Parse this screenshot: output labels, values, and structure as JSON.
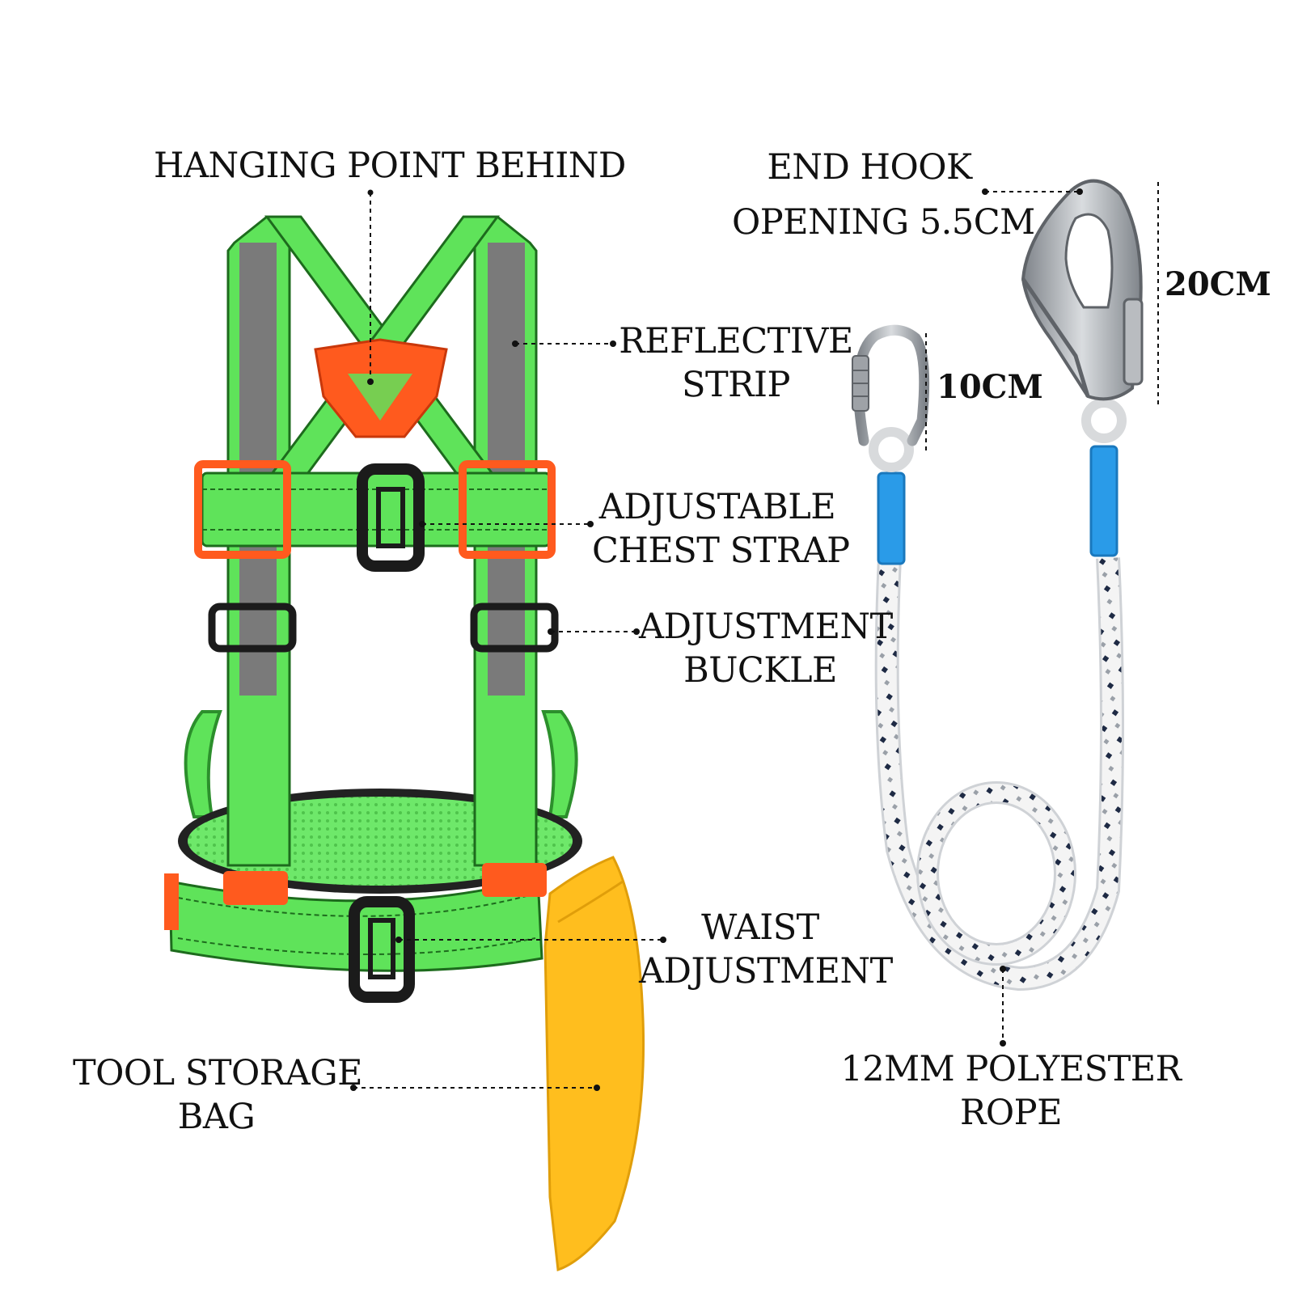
{
  "labels": {
    "hanging_point": "HANGING POINT BEHIND",
    "reflective_strip": [
      "REFLECTIVE",
      "STRIP"
    ],
    "chest_strap": [
      "ADJUSTABLE",
      "CHEST STRAP"
    ],
    "adjustment_buckle": [
      "ADJUSTMENT",
      "BUCKLE"
    ],
    "waist_adjustment": [
      "WAIST",
      "ADJUSTMENT"
    ],
    "tool_bag": [
      "TOOL STORAGE",
      "BAG"
    ],
    "end_hook": [
      "END HOOK",
      "OPENING 5.5CM"
    ],
    "rope": [
      "12MM POLYESTER",
      "ROPE"
    ]
  },
  "dimensions": {
    "carabiner_length": "10CM",
    "hook_length": "20CM"
  },
  "colors": {
    "strap_green": "#5fe35a",
    "strap_edge": "#2c8f2c",
    "reflective_gray": "#7a7a7a",
    "accent_orange": "#ff5a1e",
    "buckle_black": "#1b1b1b",
    "bag_yellow": "#ffbe1e",
    "rope_blue": "#2a9be8",
    "metal_gray": "#a9adb2"
  },
  "icons": [
    "safety-harness-illustration",
    "carabiner-icon",
    "scaffold-hook-icon",
    "lanyard-rope-icon",
    "tool-bag-icon"
  ]
}
